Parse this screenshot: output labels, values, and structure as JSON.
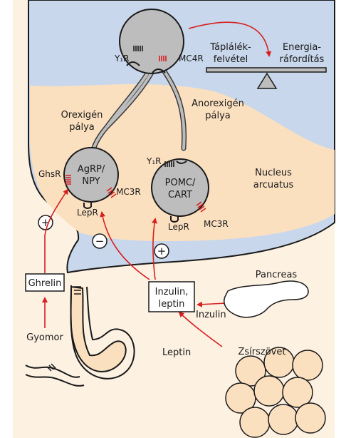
{
  "neurons": {
    "second_order": {
      "receptors": {
        "y1r": "Y₁R",
        "mc4r": "MC4R"
      }
    },
    "agrp": {
      "label_line1": "AgRP/",
      "label_line2": "NPY",
      "receptors": {
        "ghsr": "GhsR",
        "mc3r": "MC3R",
        "lepr": "LepR"
      }
    },
    "pomc": {
      "label_line1": "POMC/",
      "label_line2": "CART",
      "receptors": {
        "y1r": "Y₁R",
        "mc3r": "MC3R",
        "lepr": "LepR"
      }
    }
  },
  "pathways": {
    "orexigenic": {
      "line1": "Orexigén",
      "line2": "pálya"
    },
    "anorexigenic": {
      "line1": "Anorexigén",
      "line2": "pálya"
    }
  },
  "balance": {
    "left_line1": "Táplálék-",
    "left_line2": "felvétel",
    "right_line1": "Energia-",
    "right_line2": "ráfordítás"
  },
  "nucleus": {
    "line1": "Nucleus",
    "line2": "arcuatus"
  },
  "signs": {
    "ghrelin_effect": "+",
    "inhibit": "−",
    "activate": "+"
  },
  "boxes": {
    "ghrelin": "Ghrelin",
    "insulin_leptin_line1": "Inzulin,",
    "insulin_leptin_line2": "leptin"
  },
  "organs": {
    "stomach": "Gyomor",
    "pancreas": "Pancreas",
    "fat": "Zsírszövet"
  },
  "arrow_labels": {
    "insulin": "Inzulin",
    "leptin": "Leptin"
  },
  "colors": {
    "brain": "#c8d7eb",
    "nucleus": "#fbe0c0",
    "neuron": "#bdbdbd",
    "arrow": "#d62020",
    "receptor": "#d62020"
  }
}
